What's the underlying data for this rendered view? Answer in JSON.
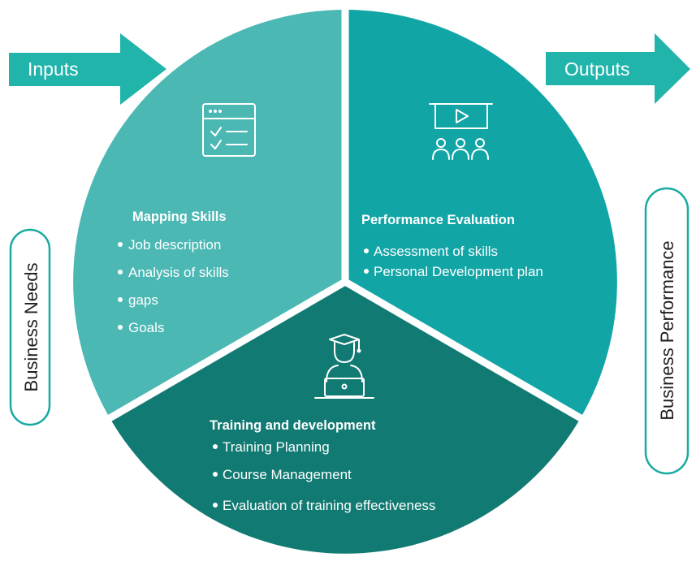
{
  "inputs_arrow": {
    "label": "Inputs"
  },
  "outputs_arrow": {
    "label": "Outputs"
  },
  "left_side": {
    "label": "Business Needs"
  },
  "right_side": {
    "label": "Business Performance"
  },
  "colors": {
    "segment_mapping": "#4cb8b4",
    "segment_performance": "#12a5a6",
    "segment_training": "#117a73",
    "arrow": "#20b4aa",
    "pill_border": "#19aaa0"
  },
  "segments": {
    "mapping": {
      "icon": "checklist-window-icon",
      "title": "Mapping Skills",
      "bullets": [
        "Job description",
        "Analysis of skills",
        "gaps",
        "Goals"
      ]
    },
    "performance": {
      "icon": "video-presentation-audience-icon",
      "title": "Performance Evaluation",
      "bullets": [
        "Assessment of skills",
        "Personal Development plan"
      ]
    },
    "training": {
      "icon": "graduate-laptop-icon",
      "title": "Training and development",
      "bullets": [
        "Training Planning",
        "Course Management",
        "Evaluation of training effectiveness"
      ]
    }
  }
}
